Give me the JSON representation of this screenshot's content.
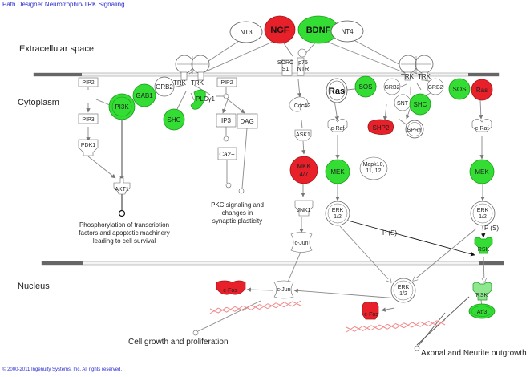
{
  "header": {
    "title": "Path Designer Neurotrophin/TRK Signaling"
  },
  "footer": {
    "copyright": "© 2000-2011 Ingenuity Systems, Inc. All rights reserved."
  },
  "compartments": {
    "extracellular": "Extracellular space",
    "cytoplasm": "Cytoplasm",
    "nucleus": "Nucleus"
  },
  "colors": {
    "red": "#e8202a",
    "green": "#33dd33",
    "light_green": "#8fe88f",
    "line": "#777777"
  },
  "nodes": {
    "nt3": "NT3",
    "ngf": "NGF",
    "bdnf": "BDNF",
    "nt4": "NT4",
    "trk_left_a": "TRK",
    "trk_left_b": "TRK",
    "trk_right_a": "TRK",
    "trk_right_b": "TRK",
    "sorcs1": "SORC\nS1",
    "p75ntr": "p75\nNTR",
    "pip2_left": "PIP2",
    "pip3": "PIP3",
    "pdk1": "PDK1",
    "pi3k": "PI3K",
    "gab1": "GAB1",
    "akt1": "AKT1",
    "grb2_left": "GRB2",
    "shc_left": "SHC",
    "plcg1": "PLCγ1",
    "pip2_mid": "PIP2",
    "ip3": "IP3",
    "dag": "DAG",
    "ca2": "Ca2+",
    "cdc42": "Cdc42",
    "ask1": "ASK1",
    "mkk47": "MKK\n4/7",
    "jnk1": "JNK1",
    "cjun_cyto": "c-Jun",
    "ras_left": "Ras",
    "sos_left": "SOS",
    "grb2_mid": "GRB2",
    "grb2_right": "GRB2",
    "snt": "SNT",
    "shc_right": "SHC",
    "shp2": "SHP2",
    "spry": "SPRY",
    "craf_left": "c-Raf",
    "mek_left": "MEK",
    "erk_left": "ERK\n1/2",
    "mapk": "Mapk10,\n11, 12",
    "sos_right": "SOS",
    "ras_right": "Ras",
    "craf_right": "c-Raf",
    "mek_right": "MEK",
    "erk_right": "ERK\n1/2",
    "rsk_cyto": "RSK",
    "cfos_left": "c-Fos",
    "cjun_nuc": "c-Jun",
    "erk_nuc": "ERK\n1/2",
    "cfos_right": "c-Fos",
    "rsk_nuc": "RSK",
    "atf3": "Atf3"
  },
  "edge_labels": {
    "p_s_a": "P (S)",
    "p_s_b": "P (S)"
  },
  "outcomes": {
    "akt": "Phosphorylation of transcription\nfactors and apoptotic machinery\nleading to cell survival",
    "pkc": "PKC signaling and\nchanges in\nsynaptic plasticity",
    "growth": "Cell growth and proliferation",
    "axonal": "Axonal and Neurite outgrowth"
  }
}
